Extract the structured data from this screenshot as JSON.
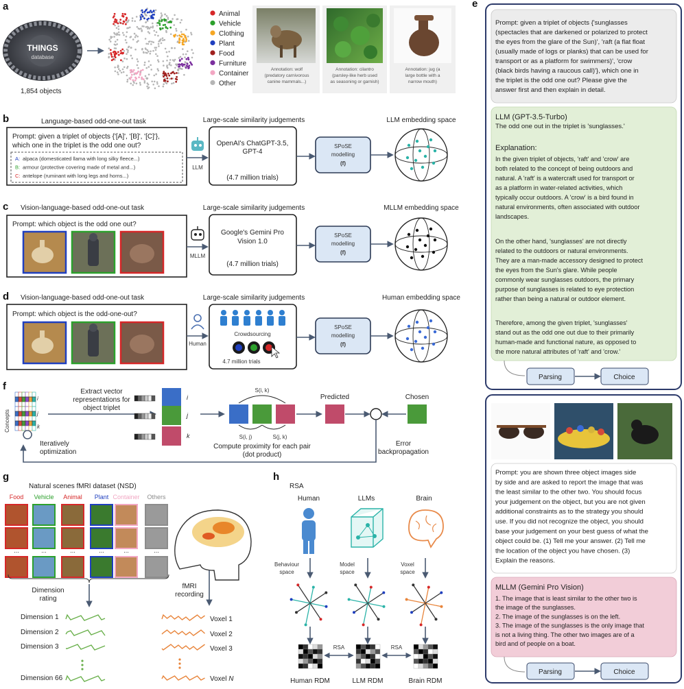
{
  "panel_labels": {
    "a": "a",
    "b": "b",
    "c": "c",
    "d": "d",
    "e": "e",
    "f": "f",
    "g": "g",
    "h": "h"
  },
  "a": {
    "things_title": "THINGS",
    "things_sub": "database",
    "objects_count": "1,854 objects",
    "legend": [
      {
        "label": "Animal",
        "color": "#d62728"
      },
      {
        "label": "Vehicle",
        "color": "#2ca02c"
      },
      {
        "label": "Clothing",
        "color": "#f5a623"
      },
      {
        "label": "Plant",
        "color": "#1f3fbf"
      },
      {
        "label": "Food",
        "color": "#a0201e"
      },
      {
        "label": "Furniture",
        "color": "#7b2f9e"
      },
      {
        "label": "Container",
        "color": "#f2a7c3"
      },
      {
        "label": "Other",
        "color": "#b5b5b5"
      }
    ],
    "annotations": [
      [
        "Annotation: wolf",
        "(predatory carnivorous",
        "canine mammals...)"
      ],
      [
        "Annotation: cilantro",
        "(parsley-like herb used",
        "as seasoning or garnish)"
      ],
      [
        "Annotation: jug (a",
        "large bottle with a",
        "narrow mouth)"
      ]
    ]
  },
  "b": {
    "task_title": "Language-based odd-one-out task",
    "prompt_line1": "Prompt: given a triplet of objects {'[A]', '[B]', '[C]'},",
    "prompt_line2": "which one in the triplet is the odd one out?",
    "options": [
      {
        "key": "A:",
        "text": "alpaca (domesticated llama with long silky fleece...)",
        "color": "#1f3fbf"
      },
      {
        "key": "B:",
        "text": "armour (protective covering made of metal and...)",
        "color": "#2ca02c"
      },
      {
        "key": "C:",
        "text": "antelope (ruminant with long legs and horns...)",
        "color": "#d62728"
      }
    ],
    "agent": "LLM",
    "judgement_title": "Large-scale similarity judgements",
    "model_line1": "OpenAI's ChatGPT-3.5,",
    "model_line2": "GPT-4",
    "trials": "(4.7 million trials)",
    "embedding_title": "LLM embedding space"
  },
  "c": {
    "task_title": "Vision-language-based odd-one-out task",
    "prompt": "Prompt: which object is the odd one out?",
    "agent": "MLLM",
    "judgement_title": "Large-scale similarity judgements",
    "model_line1": "Google's Gemini Pro",
    "model_line2": "Vision 1.0",
    "trials": "(4.7 million trials)",
    "embedding_title": "MLLM embedding space"
  },
  "d": {
    "task_title": "Vision-language-based odd-one-out task",
    "prompt": "Prompt: which object is the odd-one-out?",
    "agent": "Human",
    "judgement_title": "Large-scale similarity judgements",
    "crowd": "Crowdsourcing",
    "trials": "4.7 million trials",
    "embedding_title": "Human embedding space"
  },
  "spose": {
    "line1": "SPoSE",
    "line2": "modelling",
    "line3": "(f)"
  },
  "e": {
    "top_prompt": [
      "Prompt: given a triplet of objects {'sunglasses",
      "(spectacles that are darkened or polarized to protect",
      "the eyes from the glare of the Sun)', 'raft (a flat float",
      "(usually made of logs or planks) that can be used for",
      "transport or as a platform for swimmers)', 'crow",
      "(black birds having a raucous call)'}, which one in",
      "the triplet is the odd one out? Please give the",
      "answer first and then explain in detail."
    ],
    "llm_title": "LLM (GPT-3.5-Turbo)",
    "llm_answer": "The odd one out in the triplet is 'sunglasses.'",
    "explanation_title": "Explanation:",
    "para1": [
      "In the given triplet of objects, 'raft' and 'crow' are",
      "both related to the concept of being outdoors and",
      "natural. A 'raft' is a watercraft used for transport or",
      "as a platform in water-related activities, which",
      "typically occur outdoors. A 'crow' is a bird found in",
      "natural environments, often associated with outdoor",
      "landscapes."
    ],
    "para2": [
      "On the other hand, 'sunglasses' are not directly",
      "related to the outdoors or natural environments.",
      "They are a man-made accessory designed to protect",
      "the eyes from the Sun's glare. While people",
      "commonly wear sunglasses outdoors, the primary",
      "purpose of sunglasses is related to eye protection",
      "rather than being a natural or outdoor element."
    ],
    "para3": [
      "Therefore, among the given triplet, 'sunglasses'",
      "stand out as the odd one out due to their primarily",
      "human-made and functional nature, as opposed to",
      "the more natural attributes of 'raft' and 'crow.'"
    ],
    "parsing": "Parsing",
    "choice": "Choice",
    "bottom_prompt": [
      "Prompt: you are shown three object images side",
      "by side and are asked to report the image that was",
      "the least similar to the other two. You should focus",
      "your judgement on the object, but you are not given",
      "additional constraints as to the strategy you should",
      "use. If you did not recognize the object, you should",
      "base your judgement on your best guess of what the",
      "object could be. (1) Tell me your answer. (2) Tell me",
      "the location of the object you have chosen. (3)",
      "Explain the reasons."
    ],
    "mllm_title": "MLLM (Gemini Pro Vision)",
    "mllm_lines": [
      "1. The image that is least similar to the other two is",
      "the image of the sunglasses.",
      "2. The image of the sunglasses is on the left.",
      "3. The image of the sunglasses is the only image that",
      "is not a living thing. The other two images are of a",
      "bird and of people on a boat."
    ]
  },
  "f": {
    "concepts": "Concepts",
    "row_i": "i",
    "row_j": "j",
    "row_k": "k",
    "extract": [
      "Extract vector",
      "representations for",
      "object triplet"
    ],
    "iter": [
      "Iteratively",
      "optimization"
    ],
    "s_ik": "S(i, k)",
    "s_ij": "S(i, j)",
    "s_jk": "S(j, k)",
    "compute": [
      "Compute proximity for each pair",
      "(dot product)"
    ],
    "predicted": "Predicted",
    "chosen": "Chosen",
    "error": [
      "Error",
      "backpropagation"
    ]
  },
  "g": {
    "title": "Natural scenes fMRI dataset (NSD)",
    "categories": [
      {
        "label": "Food",
        "color": "#d62728"
      },
      {
        "label": "Vehicle",
        "color": "#2ca02c"
      },
      {
        "label": "Animal",
        "color": "#d62728"
      },
      {
        "label": "Plant",
        "color": "#1f3fbf"
      },
      {
        "label": "Container",
        "color": "#f2a7c3"
      },
      {
        "label": "Others",
        "color": "#8c8c8c"
      }
    ],
    "dots": "...",
    "dimension_rating": [
      "Dimension",
      "rating"
    ],
    "fmri": [
      "fMRI",
      "recording"
    ],
    "dims": [
      "Dimension 1",
      "Dimension 2",
      "Dimension 3",
      "Dimension 66"
    ],
    "voxels": [
      "Voxel 1",
      "Voxel 2",
      "Voxel 3"
    ],
    "voxel_n": "Voxel",
    "voxel_n_italic": "N"
  },
  "h": {
    "rsa_title": "RSA",
    "cols": [
      "Human",
      "LLMs",
      "Brain"
    ],
    "spaces": [
      [
        "Behaviour",
        "space"
      ],
      [
        "Model",
        "space"
      ],
      [
        "Voxel",
        "space"
      ]
    ],
    "rsa": "RSA",
    "rdms": [
      "Human RDM",
      "LLM RDM",
      "Brain RDM"
    ]
  }
}
